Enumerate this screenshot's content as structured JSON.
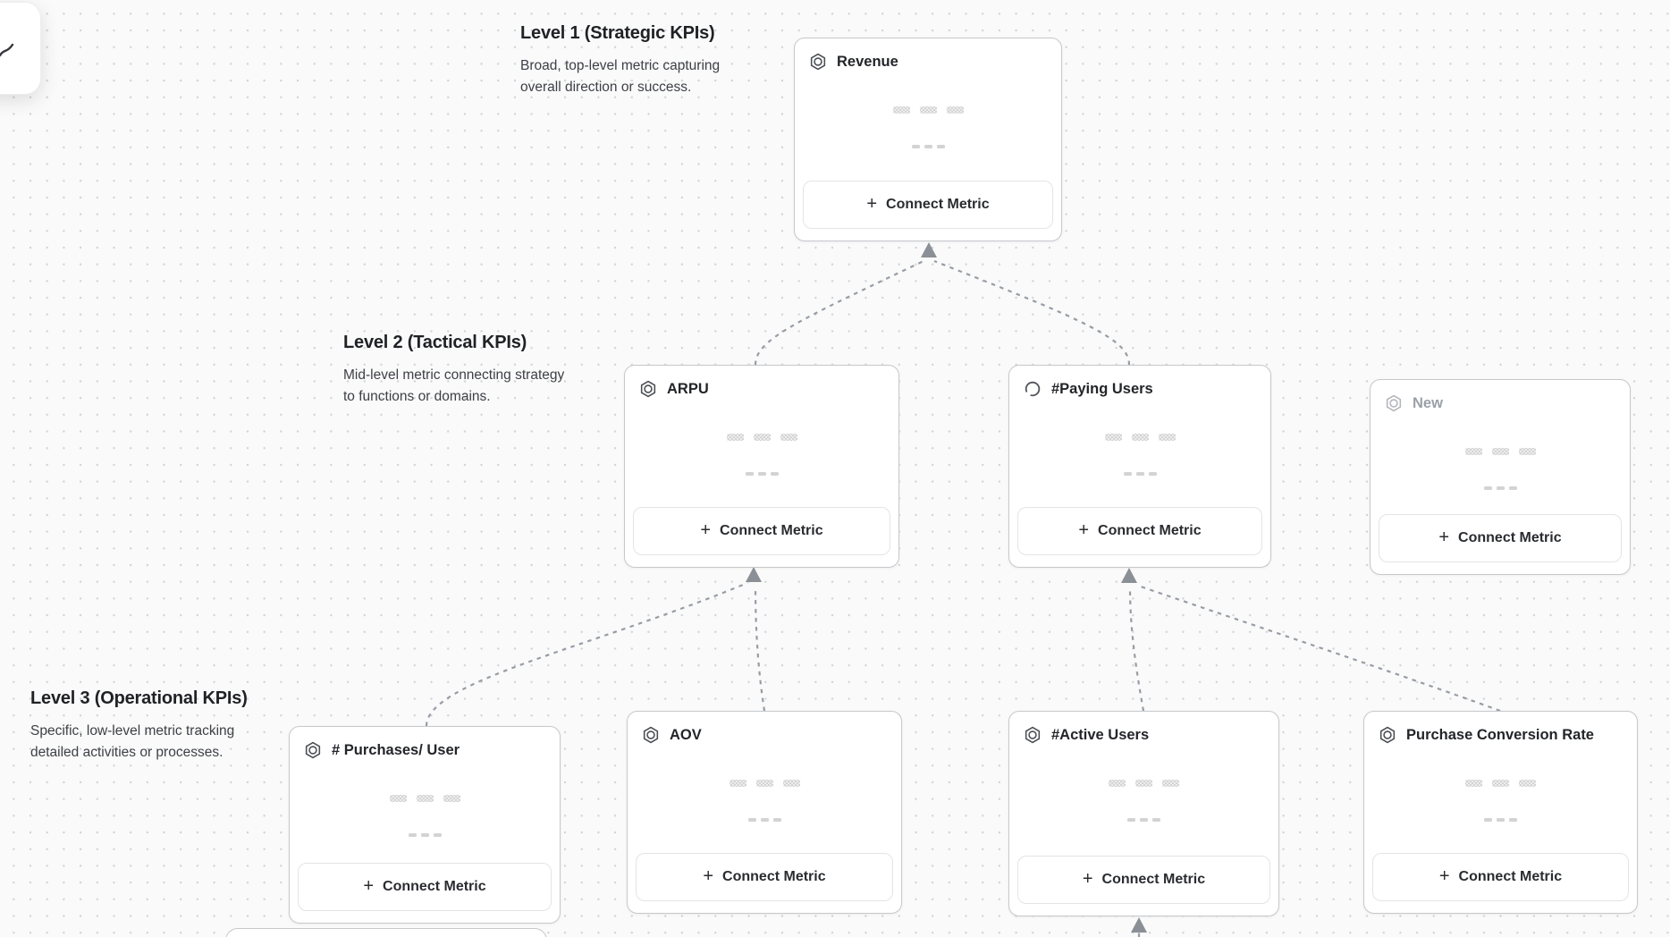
{
  "ui": {
    "plus_glyph": "+"
  },
  "colors": {
    "canvas_background": "#fafafa",
    "grid_dot": "#d2d3d5",
    "card_border": "#c6c8cc",
    "connector": "#979da5",
    "arrowhead": "#8b9096",
    "title_text": "#232529",
    "pending_text": "#9ba0a7"
  },
  "levels": [
    {
      "title": "Level 1 (Strategic KPIs)",
      "description": "Broad, top-level metric capturing overall direction or success."
    },
    {
      "title": "Level 2 (Tactical KPIs)",
      "description": "Mid-level metric connecting strategy to functions or domains."
    },
    {
      "title": "Level 3 (Operational KPIs)",
      "description": "Specific, low-level metric tracking detailed activities or processes."
    }
  ],
  "cards": [
    {
      "title": "Revenue",
      "icon": "hexagon-metric-icon",
      "state": "default",
      "button_label": "Connect Metric"
    },
    {
      "title": "ARPU",
      "icon": "hexagon-metric-icon",
      "state": "default",
      "button_label": "Connect Metric"
    },
    {
      "title": "#Paying Users",
      "icon": "spinner-icon",
      "state": "loading",
      "button_label": "Connect Metric"
    },
    {
      "title": "New",
      "icon": "hexagon-metric-icon",
      "state": "pending",
      "button_label": "Connect Metric"
    },
    {
      "title": "# Purchases/ User",
      "icon": "hexagon-metric-icon",
      "state": "default",
      "button_label": "Connect Metric"
    },
    {
      "title": "AOV",
      "icon": "hexagon-metric-icon",
      "state": "default",
      "button_label": "Connect Metric"
    },
    {
      "title": "#Active Users",
      "icon": "hexagon-metric-icon",
      "state": "default",
      "button_label": "Connect Metric"
    },
    {
      "title": "Purchase Conversion Rate",
      "icon": "hexagon-metric-icon",
      "state": "default",
      "button_label": "Connect Metric"
    }
  ]
}
